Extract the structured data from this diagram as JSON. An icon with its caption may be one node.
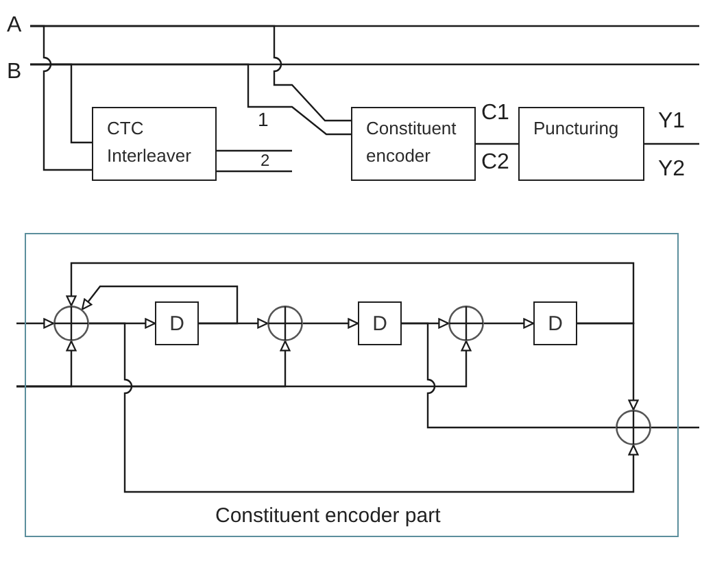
{
  "diagram": {
    "nodes": [
      {
        "text": [
          "A"
        ]
      },
      {
        "text": [
          "B"
        ]
      },
      {
        "text": [
          "CTC Interleaver"
        ]
      },
      {
        "text": [
          "Constituent encoder"
        ]
      },
      {
        "text": [
          "Puncturing"
        ]
      },
      {
        "text": [
          "Constituent encoder part"
        ]
      },
      {
        "text": [],
        "shape": "circle",
        "in": 5
      },
      {
        "text": [
          "D"
        ],
        "in": 5
      },
      {
        "text": [],
        "shape": "circle",
        "in": 5
      },
      {
        "text": [
          "D"
        ],
        "in": 5
      },
      {
        "text": [],
        "shape": "circle",
        "in": 5
      },
      {
        "text": [
          "D"
        ],
        "in": 5
      },
      {
        "text": [],
        "shape": "circle",
        "in": 5
      }
    ],
    "edges": [
      {
        "from": 0,
        "to": null,
        "arrow": "none"
      },
      {
        "from": 0,
        "to": 2,
        "arrow": "none"
      },
      {
        "from": 0,
        "to": 3,
        "arrow": "none"
      },
      {
        "from": 1,
        "to": null,
        "arrow": "none"
      },
      {
        "from": 1,
        "to": 2,
        "arrow": "none"
      },
      {
        "from": 1,
        "to": 3,
        "arrow": "none"
      },
      {
        "from": 2,
        "to": null,
        "arrow": "none"
      },
      {
        "from": 2,
        "to": null,
        "arrow": "none"
      },
      {
        "from": 3,
        "to": 4,
        "arrow": "none"
      },
      {
        "from": 4,
        "to": null,
        "arrow": "none"
      },
      {
        "from": null,
        "to": 6,
        "arrow": "to"
      },
      {
        "from": null,
        "to": 6,
        "arrow": "to"
      },
      {
        "from": null,
        "to": 8,
        "arrow": "to"
      },
      {
        "from": null,
        "to": 10,
        "arrow": "to"
      },
      {
        "from": 6,
        "to": 7,
        "arrow": "to"
      },
      {
        "from": 6,
        "to": 12,
        "arrow": "to"
      },
      {
        "from": 7,
        "to": 6,
        "arrow": "to"
      },
      {
        "from": 7,
        "to": 8,
        "arrow": "to"
      },
      {
        "from": 8,
        "to": 9,
        "arrow": "to"
      },
      {
        "from": 9,
        "to": 10,
        "arrow": "to"
      },
      {
        "from": 9,
        "to": 12,
        "arrow": "none"
      },
      {
        "from": 10,
        "to": 11,
        "arrow": "to"
      },
      {
        "from": 11,
        "to": 6,
        "arrow": "to"
      },
      {
        "from": 11,
        "to": 12,
        "arrow": "to"
      },
      {
        "from": 12,
        "to": null,
        "arrow": "none"
      }
    ],
    "labels": [
      "1",
      "C1",
      "Y1",
      "2",
      "C2",
      "Y2"
    ]
  }
}
